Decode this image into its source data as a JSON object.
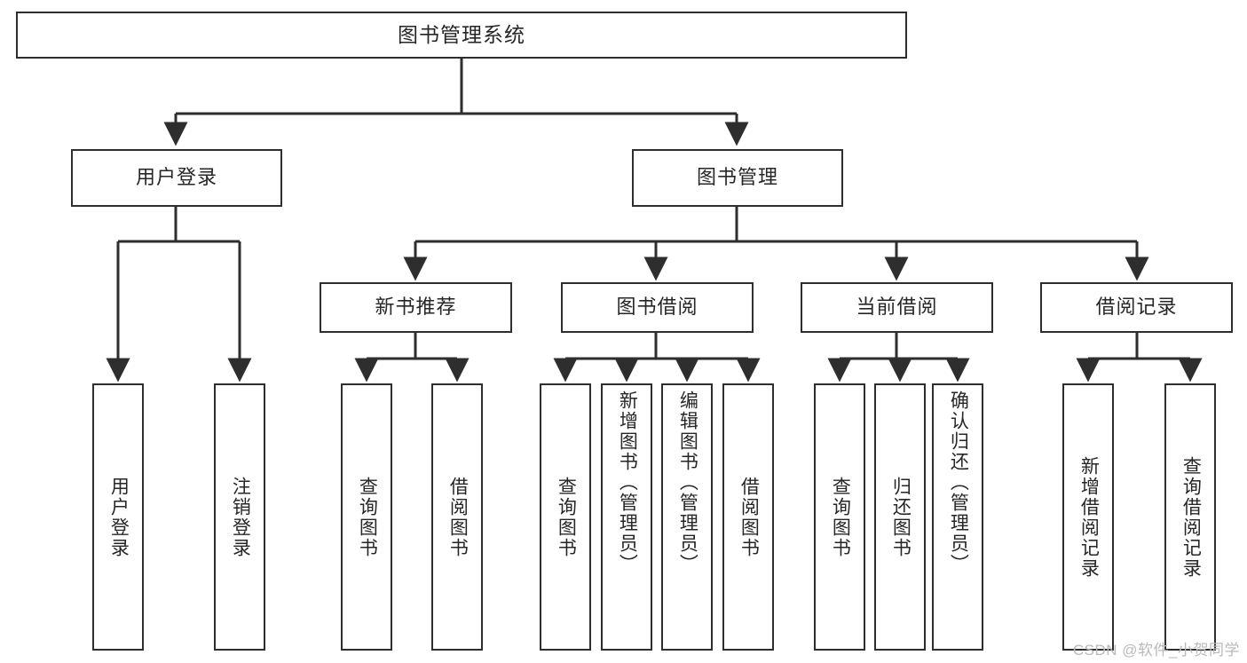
{
  "diagram": {
    "type": "tree",
    "title": "图书管理系统",
    "root": {
      "id": "root",
      "label": "图书管理系统"
    },
    "level2": [
      {
        "id": "user-login",
        "label": "用户登录"
      },
      {
        "id": "book-manage",
        "label": "图书管理"
      }
    ],
    "level3": [
      {
        "id": "new-book-rec",
        "label": "新书推荐",
        "parent": "book-manage"
      },
      {
        "id": "book-borrow",
        "label": "图书借阅",
        "parent": "book-manage"
      },
      {
        "id": "current-borrow",
        "label": "当前借阅",
        "parent": "book-manage"
      },
      {
        "id": "borrow-record",
        "label": "借阅记录",
        "parent": "book-manage"
      }
    ],
    "leaves": [
      {
        "id": "leaf-user-login",
        "label": "用户登录",
        "parent": "user-login"
      },
      {
        "id": "leaf-user-logout",
        "label": "注销登录",
        "parent": "user-login"
      },
      {
        "id": "leaf-rec-query",
        "label": "查询图书",
        "parent": "new-book-rec"
      },
      {
        "id": "leaf-rec-borrow",
        "label": "借阅图书",
        "parent": "new-book-rec"
      },
      {
        "id": "leaf-borrow-query",
        "label": "查询图书",
        "parent": "book-borrow"
      },
      {
        "id": "leaf-borrow-add",
        "label": "新增图书（管理员）",
        "parent": "book-borrow"
      },
      {
        "id": "leaf-borrow-edit",
        "label": "编辑图书（管理员）",
        "parent": "book-borrow"
      },
      {
        "id": "leaf-borrow-do",
        "label": "借阅图书",
        "parent": "book-borrow"
      },
      {
        "id": "leaf-cur-query",
        "label": "查询图书",
        "parent": "current-borrow"
      },
      {
        "id": "leaf-cur-return",
        "label": "归还图书",
        "parent": "current-borrow"
      },
      {
        "id": "leaf-cur-confirm",
        "label": "确认归还（管理员）",
        "parent": "current-borrow"
      },
      {
        "id": "leaf-rec-add",
        "label": "新增借阅记录",
        "parent": "borrow-record"
      },
      {
        "id": "leaf-rec-query-record",
        "label": "查询借阅记录",
        "parent": "borrow-record"
      }
    ],
    "style": {
      "line_color": "#2e2e2e",
      "box_fill": "#ffffff",
      "text_color": "#262626",
      "background": "#ffffff"
    }
  },
  "watermark": {
    "text": "CSDN @软件_小贺同学"
  }
}
